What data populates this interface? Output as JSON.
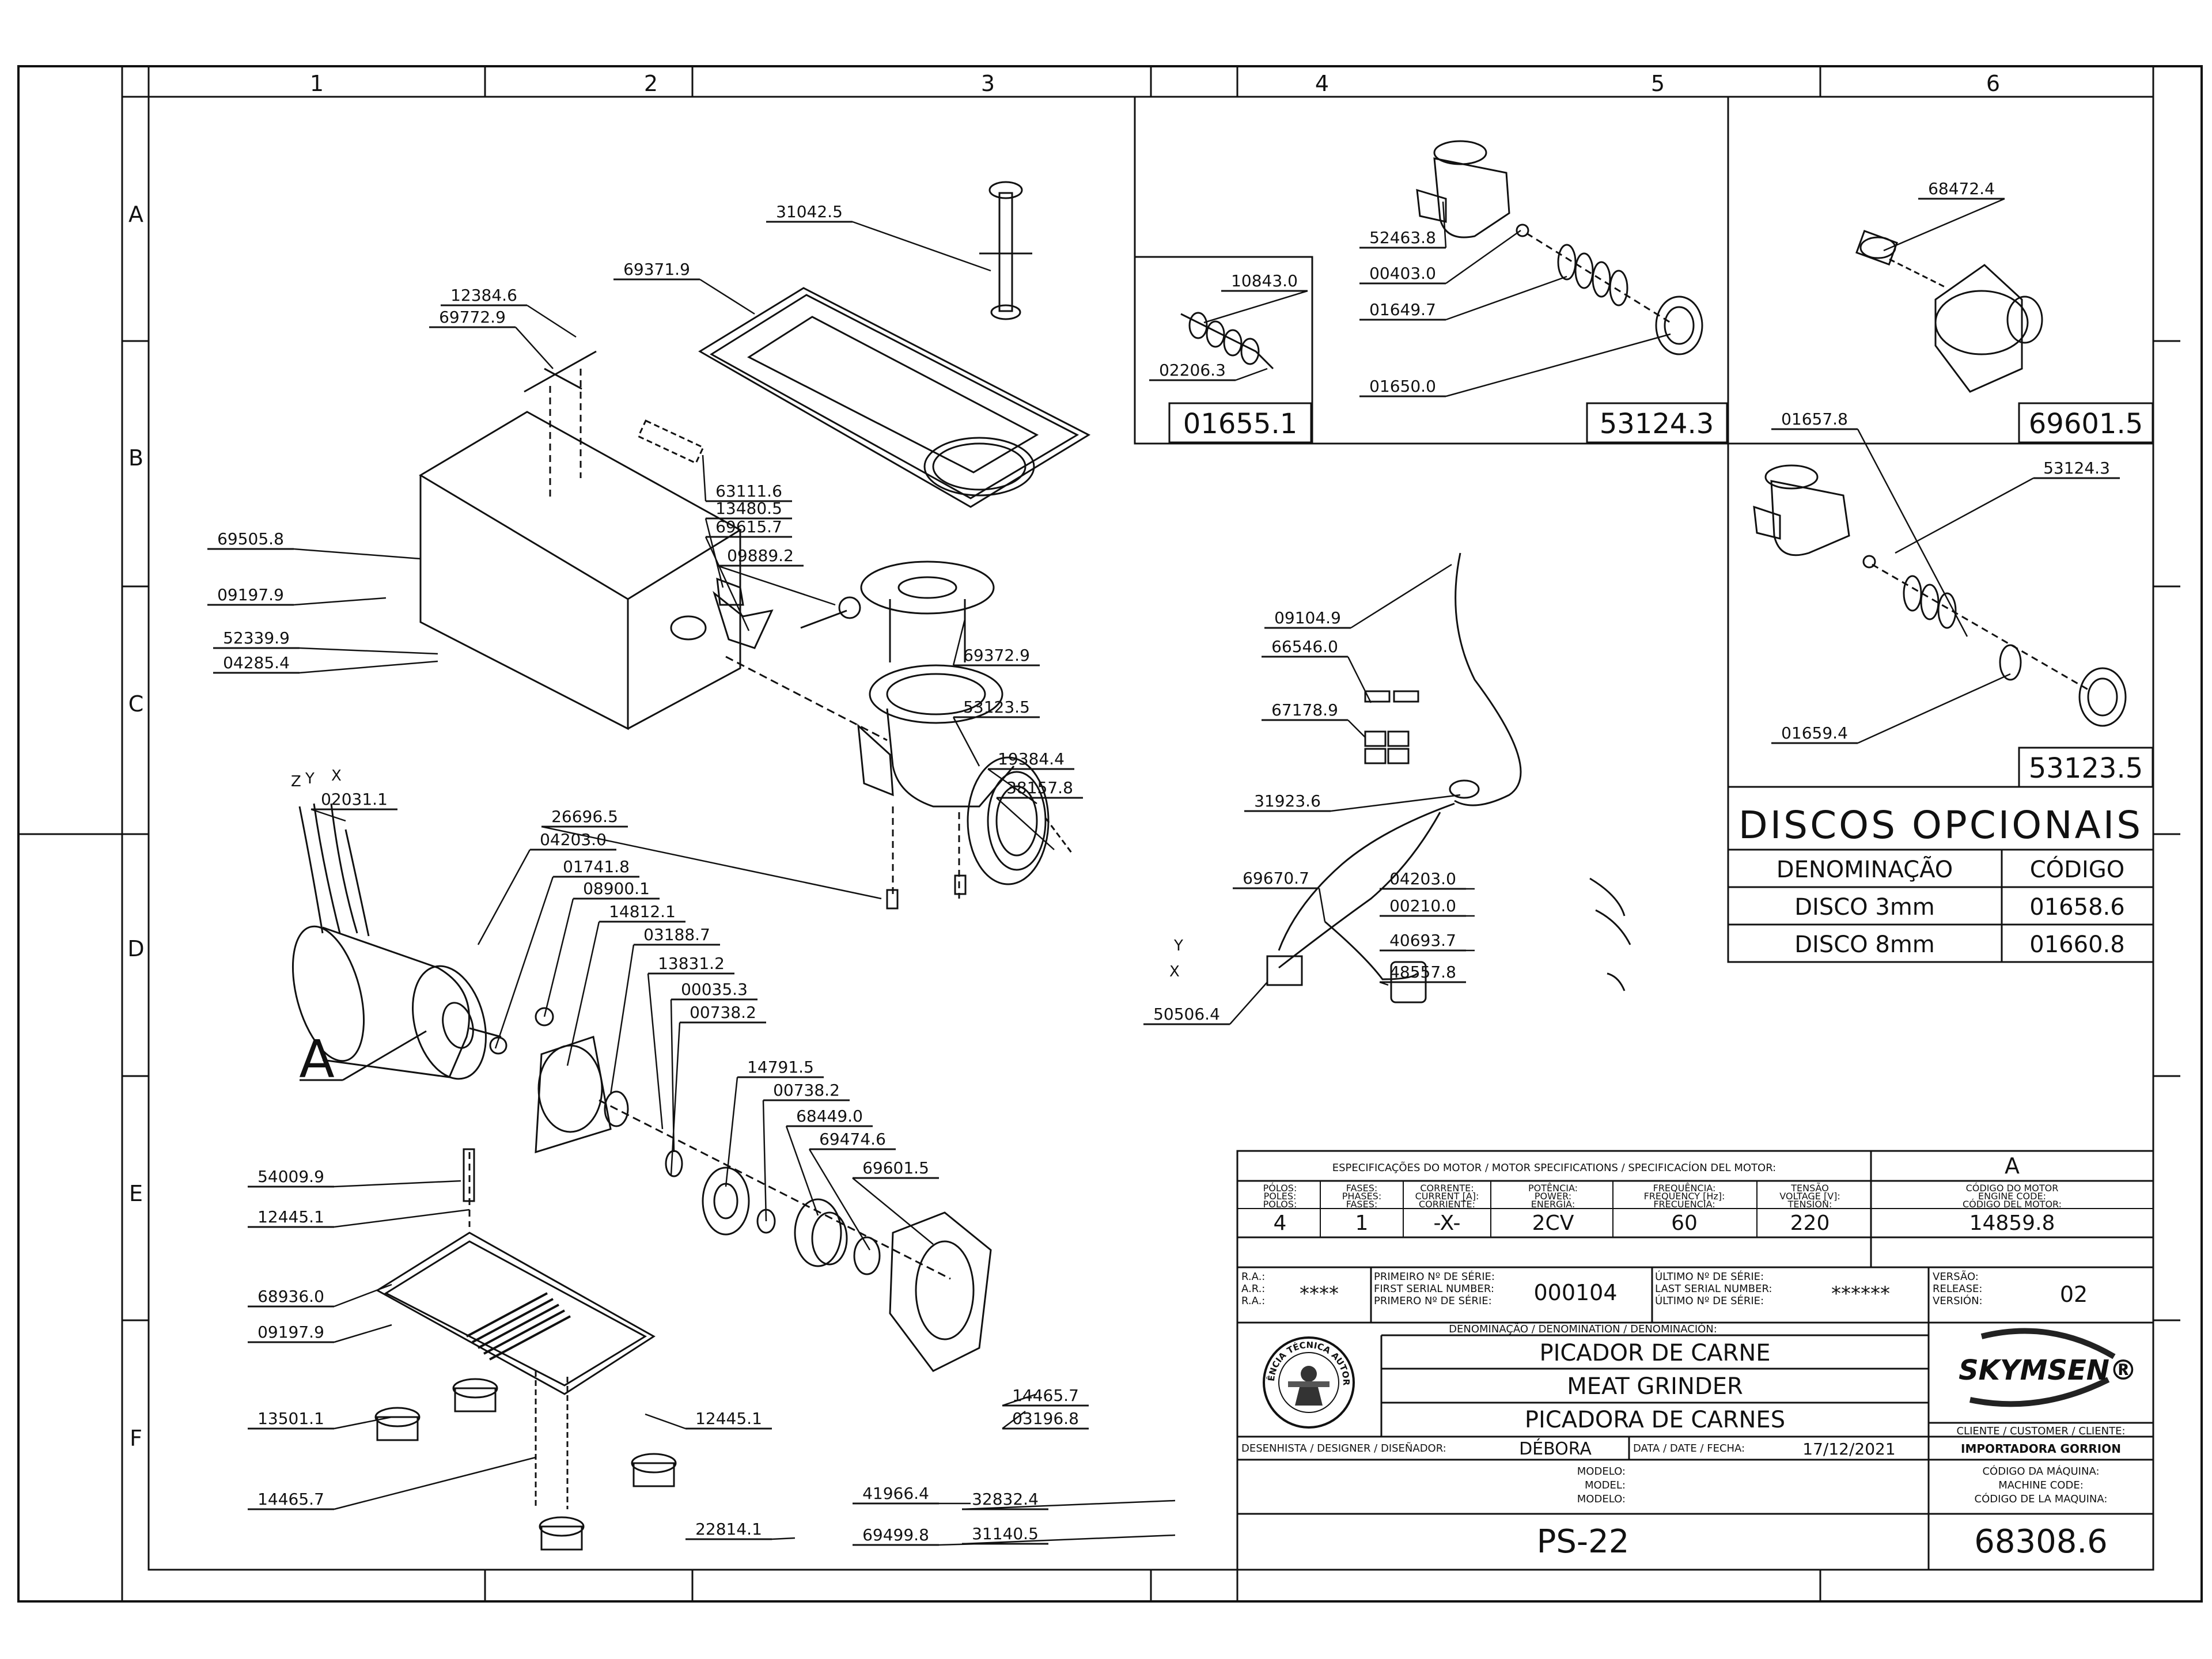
{
  "grid": {
    "columns": [
      "1",
      "2",
      "3",
      "4",
      "5",
      "6"
    ],
    "rows": [
      "A",
      "B",
      "C",
      "D",
      "E",
      "F"
    ]
  },
  "callouts": [
    {
      "id": "31042.5"
    },
    {
      "id": "69371.9"
    },
    {
      "id": "12384.6"
    },
    {
      "id": "69772.9"
    },
    {
      "id": "63111.6"
    },
    {
      "id": "13480.5"
    },
    {
      "id": "69615.7"
    },
    {
      "id": "09889.2"
    },
    {
      "id": "69505.8"
    },
    {
      "id": "09197.9"
    },
    {
      "id": "52339.9"
    },
    {
      "id": "04285.4"
    },
    {
      "id": "69372.9"
    },
    {
      "id": "53123.5"
    },
    {
      "id": "19384.4"
    },
    {
      "id": "38157.8"
    },
    {
      "id": "02031.1"
    },
    {
      "id": "26696.5"
    },
    {
      "id": "04203.0"
    },
    {
      "id": "01741.8"
    },
    {
      "id": "08900.1"
    },
    {
      "id": "14812.1"
    },
    {
      "id": "03188.7"
    },
    {
      "id": "13831.2"
    },
    {
      "id": "00035.3"
    },
    {
      "id": "00738.2"
    },
    {
      "id": "14791.5"
    },
    {
      "id": "00738.2"
    },
    {
      "id": "68449.0"
    },
    {
      "id": "69474.6"
    },
    {
      "id": "69601.5"
    },
    {
      "id": "54009.9"
    },
    {
      "id": "12445.1"
    },
    {
      "id": "68936.0"
    },
    {
      "id": "09197.9"
    },
    {
      "id": "13501.1"
    },
    {
      "id": "12445.1"
    },
    {
      "id": "14465.7"
    },
    {
      "id": "14465.7"
    },
    {
      "id": "03196.8"
    },
    {
      "id": "41966.4"
    },
    {
      "id": "32832.4"
    },
    {
      "id": "22814.1"
    },
    {
      "id": "69499.8"
    },
    {
      "id": "31140.5"
    },
    {
      "id": "09104.9"
    },
    {
      "id": "66546.0"
    },
    {
      "id": "67178.9"
    },
    {
      "id": "31923.6"
    },
    {
      "id": "69670.7"
    },
    {
      "id": "04203.0"
    },
    {
      "id": "00210.0"
    },
    {
      "id": "40693.7"
    },
    {
      "id": "48557.8"
    },
    {
      "id": "50506.4"
    },
    {
      "id": "10843.0"
    },
    {
      "id": "02206.3"
    },
    {
      "id": "52463.8"
    },
    {
      "id": "00403.0"
    },
    {
      "id": "01649.7"
    },
    {
      "id": "01650.0"
    },
    {
      "id": "68472.4"
    },
    {
      "id": "53124.3"
    },
    {
      "id": "01657.8"
    },
    {
      "id": "01659.4"
    }
  ],
  "motor_letter": "A",
  "axis_letters": {
    "z": "Z",
    "y": "Y",
    "x": "X",
    "y2": "Y",
    "x2": "X"
  },
  "panels": {
    "p1": "01655.1",
    "p2": "53124.3",
    "p3": "69601.5",
    "p4": "53123.5"
  },
  "discos": {
    "title": "DISCOS OPCIONAIS",
    "header": [
      "DENOMINAÇÃO",
      "CÓDIGO"
    ],
    "rows": [
      [
        "DISCO 3mm",
        "01658.6"
      ],
      [
        "DISCO 8mm",
        "01660.8"
      ]
    ]
  },
  "title_block": {
    "spec_header": "ESPECIFICAÇÕES DO MOTOR / MOTOR SPECIFICATIONS / SPECIFICACÍON DEL MOTOR:",
    "motor_version": "A",
    "cols": [
      [
        "PÓLOS:",
        "POLES:",
        "POLOS:"
      ],
      [
        "FASES:",
        "PHASES:",
        "FASES:"
      ],
      [
        "CORRENTE:",
        "CURRENT [A]:",
        "CORRIENTE:"
      ],
      [
        "POTÊNCIA:",
        "POWER:",
        "ENERGÍA:"
      ],
      [
        "FREQUÊNCIA:",
        "FREQUENCY [Hz]:",
        "FRECUENCIA:"
      ],
      [
        "TENSÃO",
        "VOLTAGE [V]:",
        "TENSÍON:"
      ],
      [
        "CÓDIGO DO MOTOR",
        "ENGINE CODE:",
        "CÓDIGO DEL MOTOR:"
      ]
    ],
    "vals": [
      "4",
      "1",
      "-X-",
      "2CV",
      "60",
      "220",
      "14859.8"
    ],
    "ra_labels": [
      "R.A.:",
      "A.R.:",
      "R.A.:"
    ],
    "ra_value": "****",
    "first_serial_labels": [
      "PRIMEIRO Nº DE SÉRIE:",
      "FIRST SERIAL NUMBER:",
      "PRIMERO Nº DE SÉRIE:"
    ],
    "first_serial": "000104",
    "last_serial_labels": [
      "ÚLTIMO Nº DE SÉRIE:",
      "LAST SERIAL NUMBER:",
      "ÚLTIMO Nº DE SÉRIE:"
    ],
    "last_serial": "******",
    "version_labels": [
      "VERSÃO:",
      "RELEASE:",
      "VERSIÓN:"
    ],
    "version": "02",
    "denom_header": "DENOMINAÇÃO / DENOMINATION / DENOMINACIÓN:",
    "names": [
      "PICADOR DE CARNE",
      "MEAT GRINDER",
      "PICADORA DE CARNES"
    ],
    "brand": "SKYMSEN®",
    "seal_text": "ASSISTÊNCIA TÉCNICA AUTORIZADA",
    "client_label": "CLIENTE / CUSTOMER / CLIENTE:",
    "client": "IMPORTADORA GORRION",
    "designer_label": "DESENHISTA / DESIGNER / DISEÑADOR:",
    "designer": "DÉBORA",
    "date_label": "DATA / DATE / FECHA:",
    "date": "17/12/2021",
    "model_labels": [
      "MODELO:",
      "MODEL:",
      "MODELO:"
    ],
    "machine_code_labels": [
      "CÓDIGO DA MÁQUINA:",
      "MACHINE CODE:",
      "CÓDIGO DE LA MAQUINA:"
    ],
    "model": "PS-22",
    "machine_code": "68308.6"
  }
}
